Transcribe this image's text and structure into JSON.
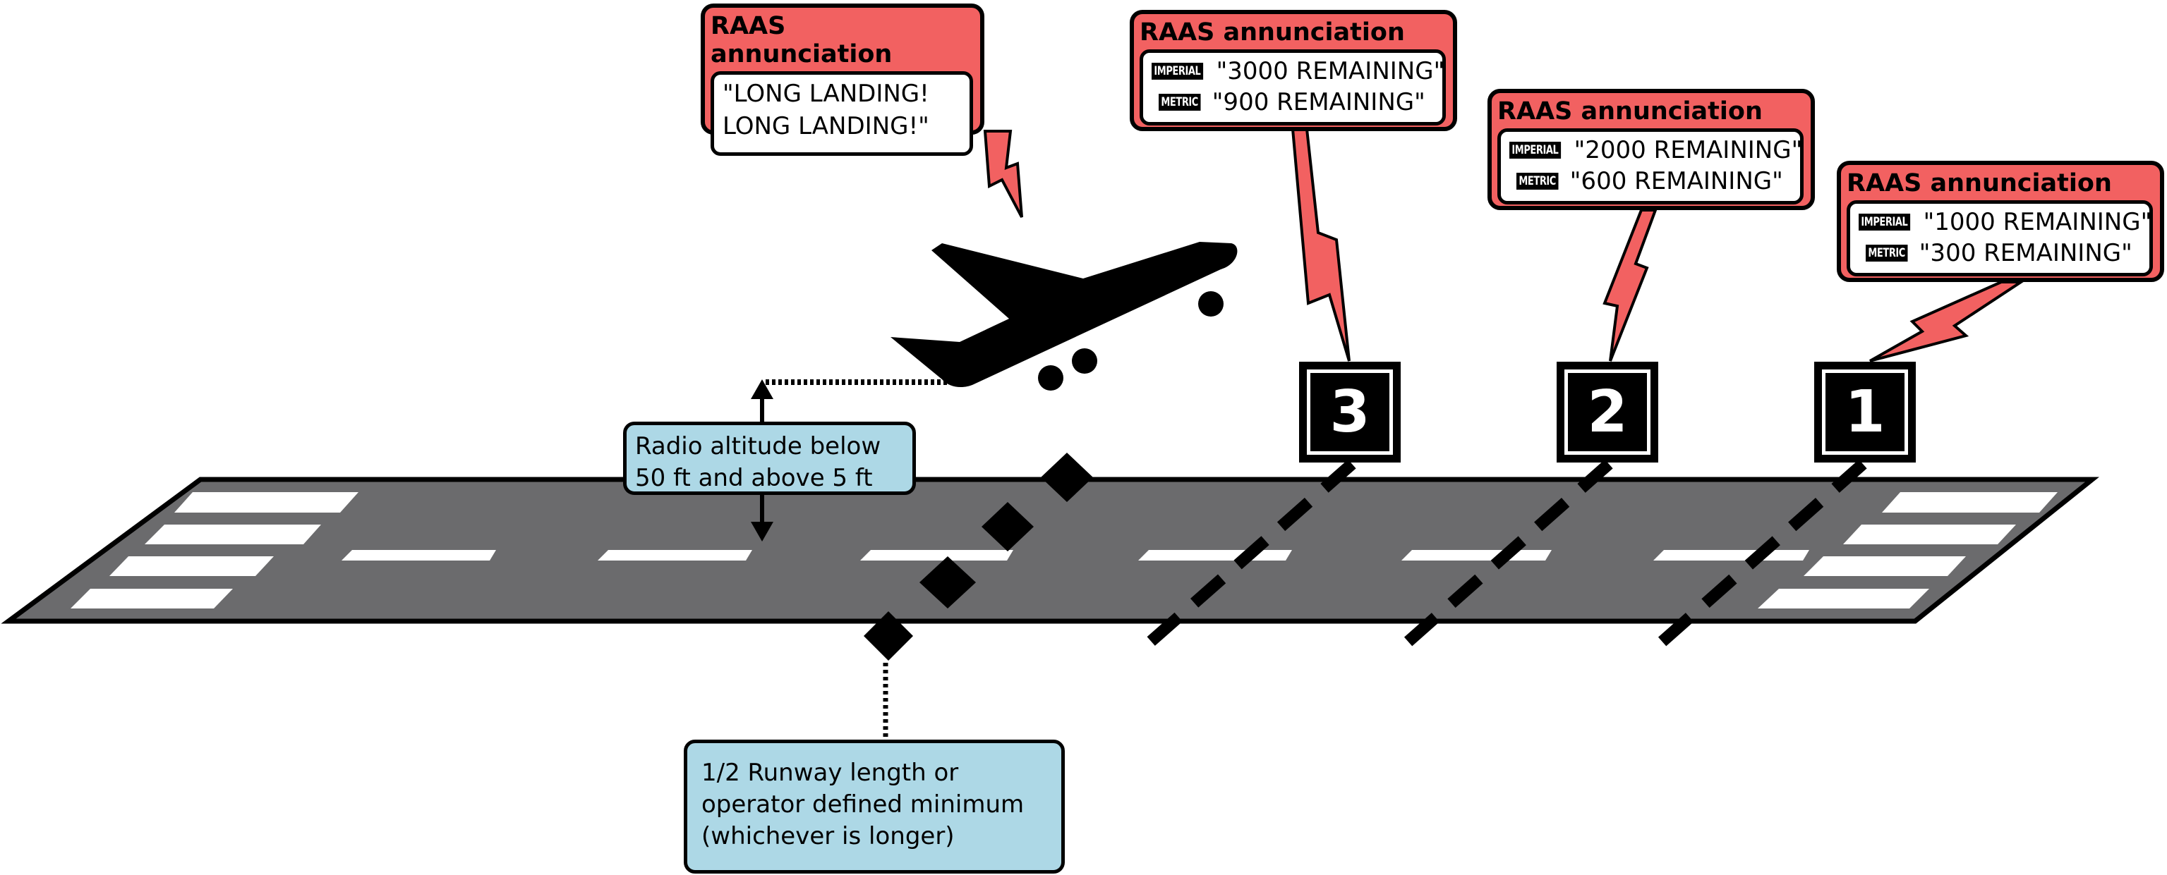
{
  "callouts": [
    {
      "title": "RAAS annunciation",
      "lines": [
        "\"LONG LANDING!",
        "LONG LANDING!\""
      ]
    },
    {
      "title": "RAAS annunciation",
      "imperial": {
        "badge": "IMPERIAL",
        "text": "\"3000 REMAINING\""
      },
      "metric": {
        "badge": "METRIC",
        "text": "\"900 REMAINING\""
      }
    },
    {
      "title": "RAAS annunciation",
      "imperial": {
        "badge": "IMPERIAL",
        "text": "\"2000 REMAINING\""
      },
      "metric": {
        "badge": "METRIC",
        "text": "\"600 REMAINING\""
      }
    },
    {
      "title": "RAAS annunciation",
      "imperial": {
        "badge": "IMPERIAL",
        "text": "\"1000 REMAINING\""
      },
      "metric": {
        "badge": "METRIC",
        "text": "\"300 REMAINING\""
      }
    }
  ],
  "markers": [
    "3",
    "2",
    "1"
  ],
  "altitude_note": [
    "Radio altitude below",
    "50 ft and above 5 ft"
  ],
  "length_note": [
    "1/2 Runway length or",
    "operator defined minimum",
    "(whichever is longer)"
  ],
  "colors": {
    "callout": "#f26161",
    "info": "#add8e6",
    "runway": "#6b6b6d"
  },
  "icons": [
    "airplane-icon",
    "lightning-bolt-icon",
    "distance-marker-sign",
    "altitude-arrow-icon"
  ]
}
